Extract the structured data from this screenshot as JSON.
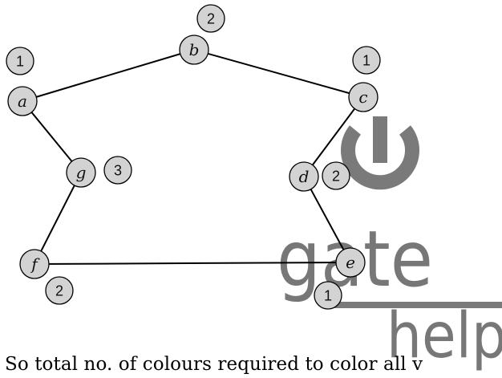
{
  "graph": {
    "nodes": [
      {
        "id": "a",
        "label": "a",
        "color": "1"
      },
      {
        "id": "b",
        "label": "b",
        "color": "2"
      },
      {
        "id": "c",
        "label": "c",
        "color": "1"
      },
      {
        "id": "d",
        "label": "d",
        "color": "2"
      },
      {
        "id": "e",
        "label": "e",
        "color": "1"
      },
      {
        "id": "f",
        "label": "f",
        "color": "2"
      },
      {
        "id": "g",
        "label": "g",
        "color": "3"
      }
    ],
    "edges": [
      [
        "a",
        "b"
      ],
      [
        "b",
        "c"
      ],
      [
        "a",
        "g"
      ],
      [
        "g",
        "f"
      ],
      [
        "f",
        "e"
      ],
      [
        "c",
        "d"
      ],
      [
        "d",
        "e"
      ]
    ]
  },
  "watermark": {
    "brand": "gate",
    "brand2": "help"
  },
  "caption": "So total no. of colours required to color all v"
}
